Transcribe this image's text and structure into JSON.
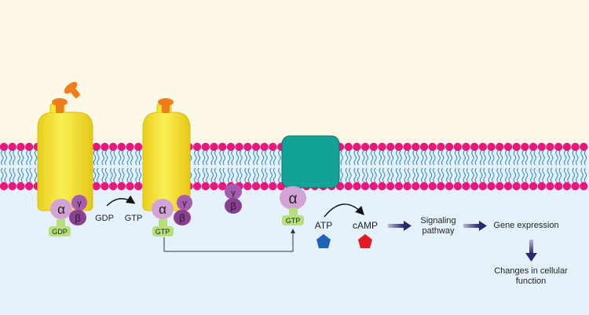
{
  "colors": {
    "extracellular": "#fdf9e6",
    "intracellular": "#e6f2fb",
    "phospholipid_head": "#e8177d",
    "lipid_tail": "#2a8bc9",
    "receptor": "#f8e52a",
    "ligand": "#f07d1c",
    "alpha": "#d3a3d6",
    "beta": "#8a3f94",
    "gamma": "#a45bb0",
    "gdp_gtp": "#b7e07c",
    "adenylyl_cyclase": "#13a396",
    "atp": "#2361b4",
    "camp": "#e31b23",
    "flow_arrow": "#2d2770"
  },
  "diagram": {
    "alpha": "α",
    "beta": "β",
    "gamma": "γ",
    "gdp": "GDP",
    "gtp": "GTP",
    "exchange_gdp": "GDP",
    "exchange_gtp": "GTP",
    "atp": "ATP",
    "camp": "cAMP",
    "signaling_line1": "Signaling",
    "signaling_line2": "pathway",
    "gene_expression": "Gene expression",
    "changes_line1": "Changes in cellular",
    "changes_line2": "function"
  }
}
